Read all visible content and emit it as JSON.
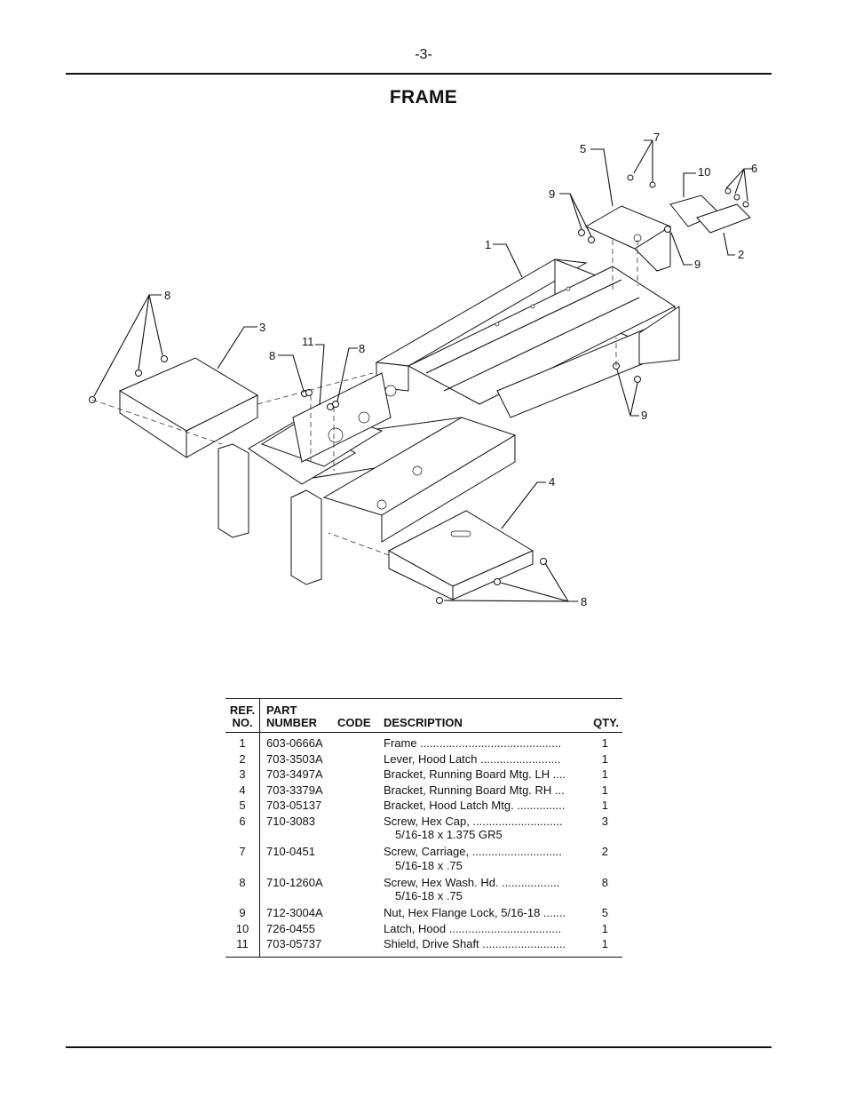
{
  "page": {
    "number": "-3-",
    "title": "FRAME"
  },
  "diagram": {
    "callouts": [
      "1",
      "2",
      "3",
      "4",
      "5",
      "6",
      "7",
      "8",
      "8",
      "8",
      "8",
      "9",
      "9",
      "9",
      "10",
      "11"
    ]
  },
  "parts_table": {
    "headers": {
      "ref_line1": "REF.",
      "ref_line2": "NO.",
      "part_line1": "PART",
      "part_line2": "NUMBER",
      "code": "CODE",
      "description": "DESCRIPTION",
      "qty": "QTY."
    },
    "rows": [
      {
        "ref": "1",
        "part": "603-0666A",
        "desc": "Frame ............................................",
        "desc2": "",
        "qty": "1"
      },
      {
        "ref": "2",
        "part": "703-3503A",
        "desc": "Lever, Hood Latch .........................",
        "desc2": "",
        "qty": "1"
      },
      {
        "ref": "3",
        "part": "703-3497A",
        "desc": "Bracket, Running Board Mtg. LH ....",
        "desc2": "",
        "qty": "1"
      },
      {
        "ref": "4",
        "part": "703-3379A",
        "desc": "Bracket, Running Board Mtg. RH ...",
        "desc2": "",
        "qty": "1"
      },
      {
        "ref": "5",
        "part": "703-05137",
        "desc": "Bracket, Hood Latch Mtg. ...............",
        "desc2": "",
        "qty": "1"
      },
      {
        "ref": "6",
        "part": "710-3083",
        "desc": "Screw, Hex Cap, ............................",
        "desc2": "5/16-18 x 1.375 GR5",
        "qty": "3"
      },
      {
        "ref": "7",
        "part": "710-0451",
        "desc": "Screw, Carriage, ............................",
        "desc2": "5/16-18 x .75",
        "qty": "2"
      },
      {
        "ref": "8",
        "part": "710-1260A",
        "desc": "Screw, Hex Wash. Hd. ..................",
        "desc2": "5/16-18 x .75",
        "qty": "8"
      },
      {
        "ref": "9",
        "part": "712-3004A",
        "desc": "Nut, Hex Flange Lock, 5/16-18 .......",
        "desc2": "",
        "qty": "5"
      },
      {
        "ref": "10",
        "part": "726-0455",
        "desc": "Latch, Hood ...................................",
        "desc2": "",
        "qty": "1"
      },
      {
        "ref": "11",
        "part": "703-05737",
        "desc": "Shield, Drive Shaft ..........................",
        "desc2": "",
        "qty": "1"
      }
    ]
  }
}
